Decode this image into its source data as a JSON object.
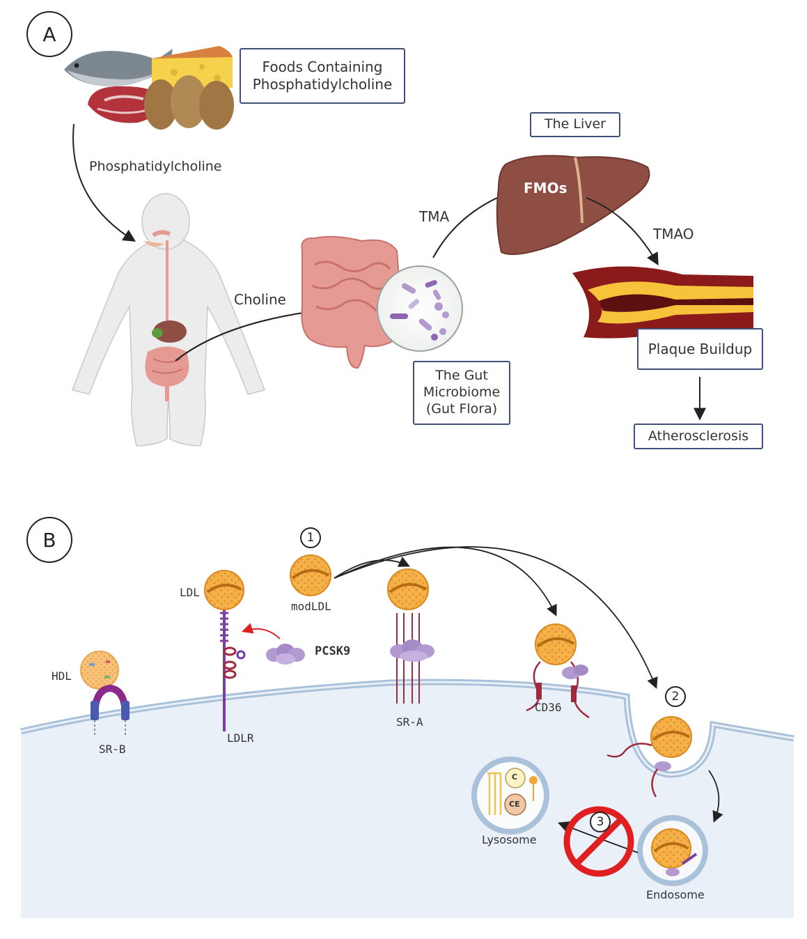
{
  "panel_a": {
    "badge": "A",
    "foods_box": "Foods Containing\nPhosphatidylcholine",
    "phosphatidylcholine_label": "Phosphatidylcholine",
    "choline_label": "Choline",
    "tma_label": "TMA",
    "tmao_label": "TMAO",
    "liver_box": "The Liver",
    "fmos_label": "FMOs",
    "microbiome_box": "The Gut\nMicrobiome\n(Gut Flora)",
    "plaque_box": "Plaque Buildup",
    "atherosclerosis_box": "Atherosclerosis"
  },
  "panel_b": {
    "badge": "B",
    "step1": "1",
    "step2": "2",
    "step3": "3",
    "modldl_label": "modLDL",
    "ldl_label": "LDL",
    "hdl_label": "HDL",
    "pcsk9_label": "PCSK9",
    "srb_label": "SR-B",
    "ldlr_label": "LDLR",
    "sra_label": "SR-A",
    "cd36_label": "CD36",
    "lysosome_label": "Lysosome",
    "endosome_label": "Endosome",
    "lysosome_c": "C",
    "lysosome_ce": "CE"
  },
  "colors": {
    "box_border": "#3f4f7a",
    "lipoprotein": "#f0a83a",
    "receptor": "#a02a3c",
    "ldlr": "#7b3f9e",
    "cell_fill": "#e9f0f8",
    "membrane": "#a9c1d9",
    "artery": "#8b1a1a",
    "plaque": "#f6c33b",
    "liver": "#8e4e43",
    "intestine": "#e59a93",
    "bacteria": "#b29ad1",
    "prohibit": "#e02020"
  }
}
